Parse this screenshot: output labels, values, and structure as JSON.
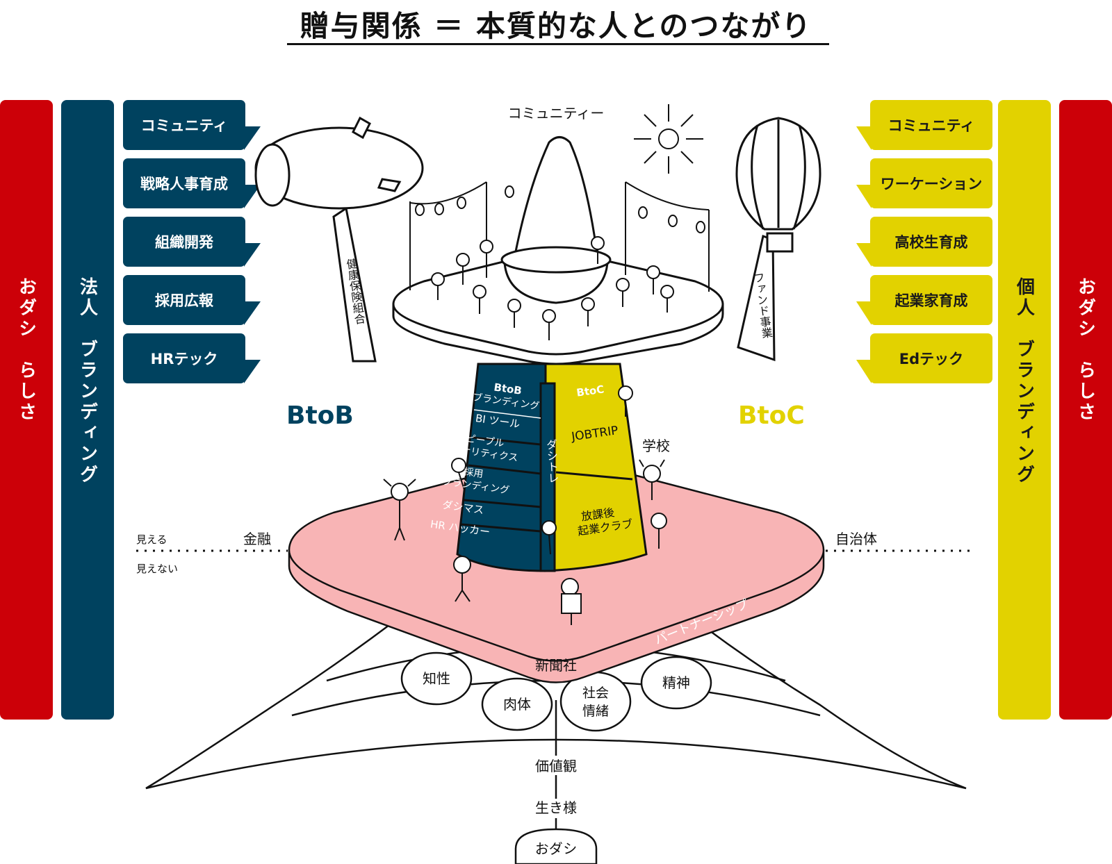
{
  "title": "贈与関係 ＝ 本質的な人とのつながり",
  "left_bars": {
    "outer": "おダシ　らしさ",
    "inner": "法人　ブランディング"
  },
  "right_bars": {
    "inner": "個人　ブランディング",
    "outer": "おダシ　らしさ"
  },
  "left_tags": [
    "コミュニティ",
    "戦略人事育成",
    "組織開発",
    "採用広報",
    "HRテック"
  ],
  "right_tags": [
    "コミュニティ",
    "ワーケーション",
    "高校生育成",
    "起業家育成",
    "Edテック"
  ],
  "btob": "BtoB",
  "btoc": "BtoC",
  "community_label": "コミュニティー",
  "blimp_banner": "健康保険組合",
  "balloon_banner": "ファンド事業",
  "tower_left": {
    "header": "BtoB",
    "items": [
      "ブランディング",
      "BI ツール",
      "ピープル",
      "アナリティクス",
      "採用",
      "ブランディング",
      "ダシマス",
      "HR ハッカー"
    ]
  },
  "tower_center": "ダシトレ",
  "tower_right": {
    "header": "BtoC",
    "items": [
      "JOBTRIP",
      "放課後",
      "起業クラブ"
    ]
  },
  "school": "学校",
  "finance": "金融",
  "municipality": "自治体",
  "visible": "見える",
  "invisible": "見えない",
  "partnership": "パートナーシップ",
  "newspaper": "新聞社",
  "circles": [
    "知性",
    "肉体",
    "社会",
    "情緒",
    "精神"
  ],
  "values": "価値観",
  "way_of_life": "生き様",
  "odashi": "おダシ",
  "colors": {
    "red": "#cc0008",
    "navy": "#00425f",
    "yellow": "#e2d200",
    "pink": "#f8b4b5"
  }
}
